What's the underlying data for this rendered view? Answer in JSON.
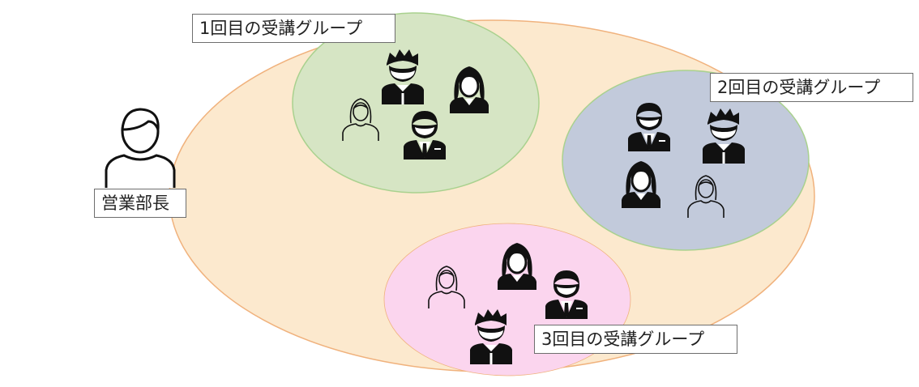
{
  "manager": {
    "label": "営業部長"
  },
  "groups": [
    {
      "label": "1回目の受講グループ",
      "color": "#d6e5c4"
    },
    {
      "label": "2回目の受講グループ",
      "color": "#c2cadb"
    },
    {
      "label": "3回目の受講グループ",
      "color": "#fbd5ee"
    }
  ],
  "colors": {
    "outer_fill": "#fbe5c6",
    "outer_stroke": "#f0b27d",
    "group_stroke": "#a9d18e",
    "icon": "#111111"
  },
  "icons": [
    "manager-outline-icon",
    "woman-outline-icon",
    "man-spiky-hair-icon",
    "woman-long-hair-icon",
    "man-suit-icon"
  ]
}
